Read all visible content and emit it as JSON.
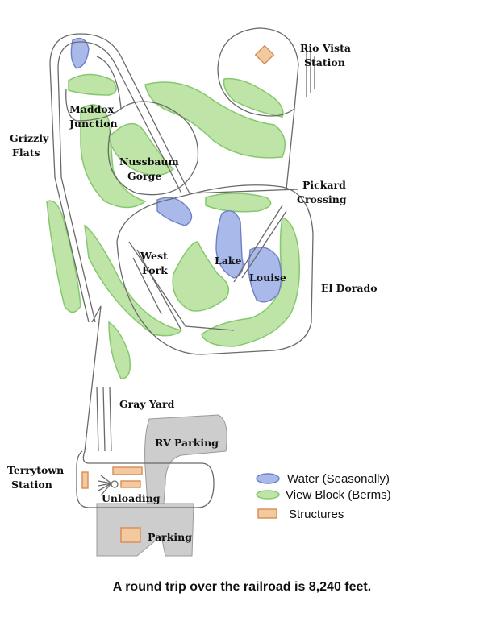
{
  "labels": {
    "rio_vista_1": "Rio Vista",
    "rio_vista_2": "Station",
    "maddox_1": "Maddox",
    "maddox_2": "Junction",
    "grizzly_1": "Grizzly",
    "grizzly_2": "Flats",
    "nussbaum_1": "Nussbaum",
    "nussbaum_2": "Gorge",
    "pickard_1": "Pickard",
    "pickard_2": "Crossing",
    "west_1": "West",
    "west_2": "Fork",
    "lake_1": "Lake",
    "lake_2": "Louise",
    "el_dorado": "El Dorado",
    "gray_yard": "Gray Yard",
    "rv_parking": "RV Parking",
    "terrytown_1": "Terrytown",
    "terrytown_2": "Station",
    "unloading": "Unloading",
    "parking": "Parking"
  },
  "legend": [
    {
      "label": "Water (Seasonally)",
      "color": "#a9b9ea"
    },
    {
      "label": "View Block (Berms)",
      "color": "#bfe4a8"
    },
    {
      "label": "Structures",
      "color": "#f3c9a0"
    }
  ],
  "caption": "A round trip over the railroad is 8,240 feet."
}
